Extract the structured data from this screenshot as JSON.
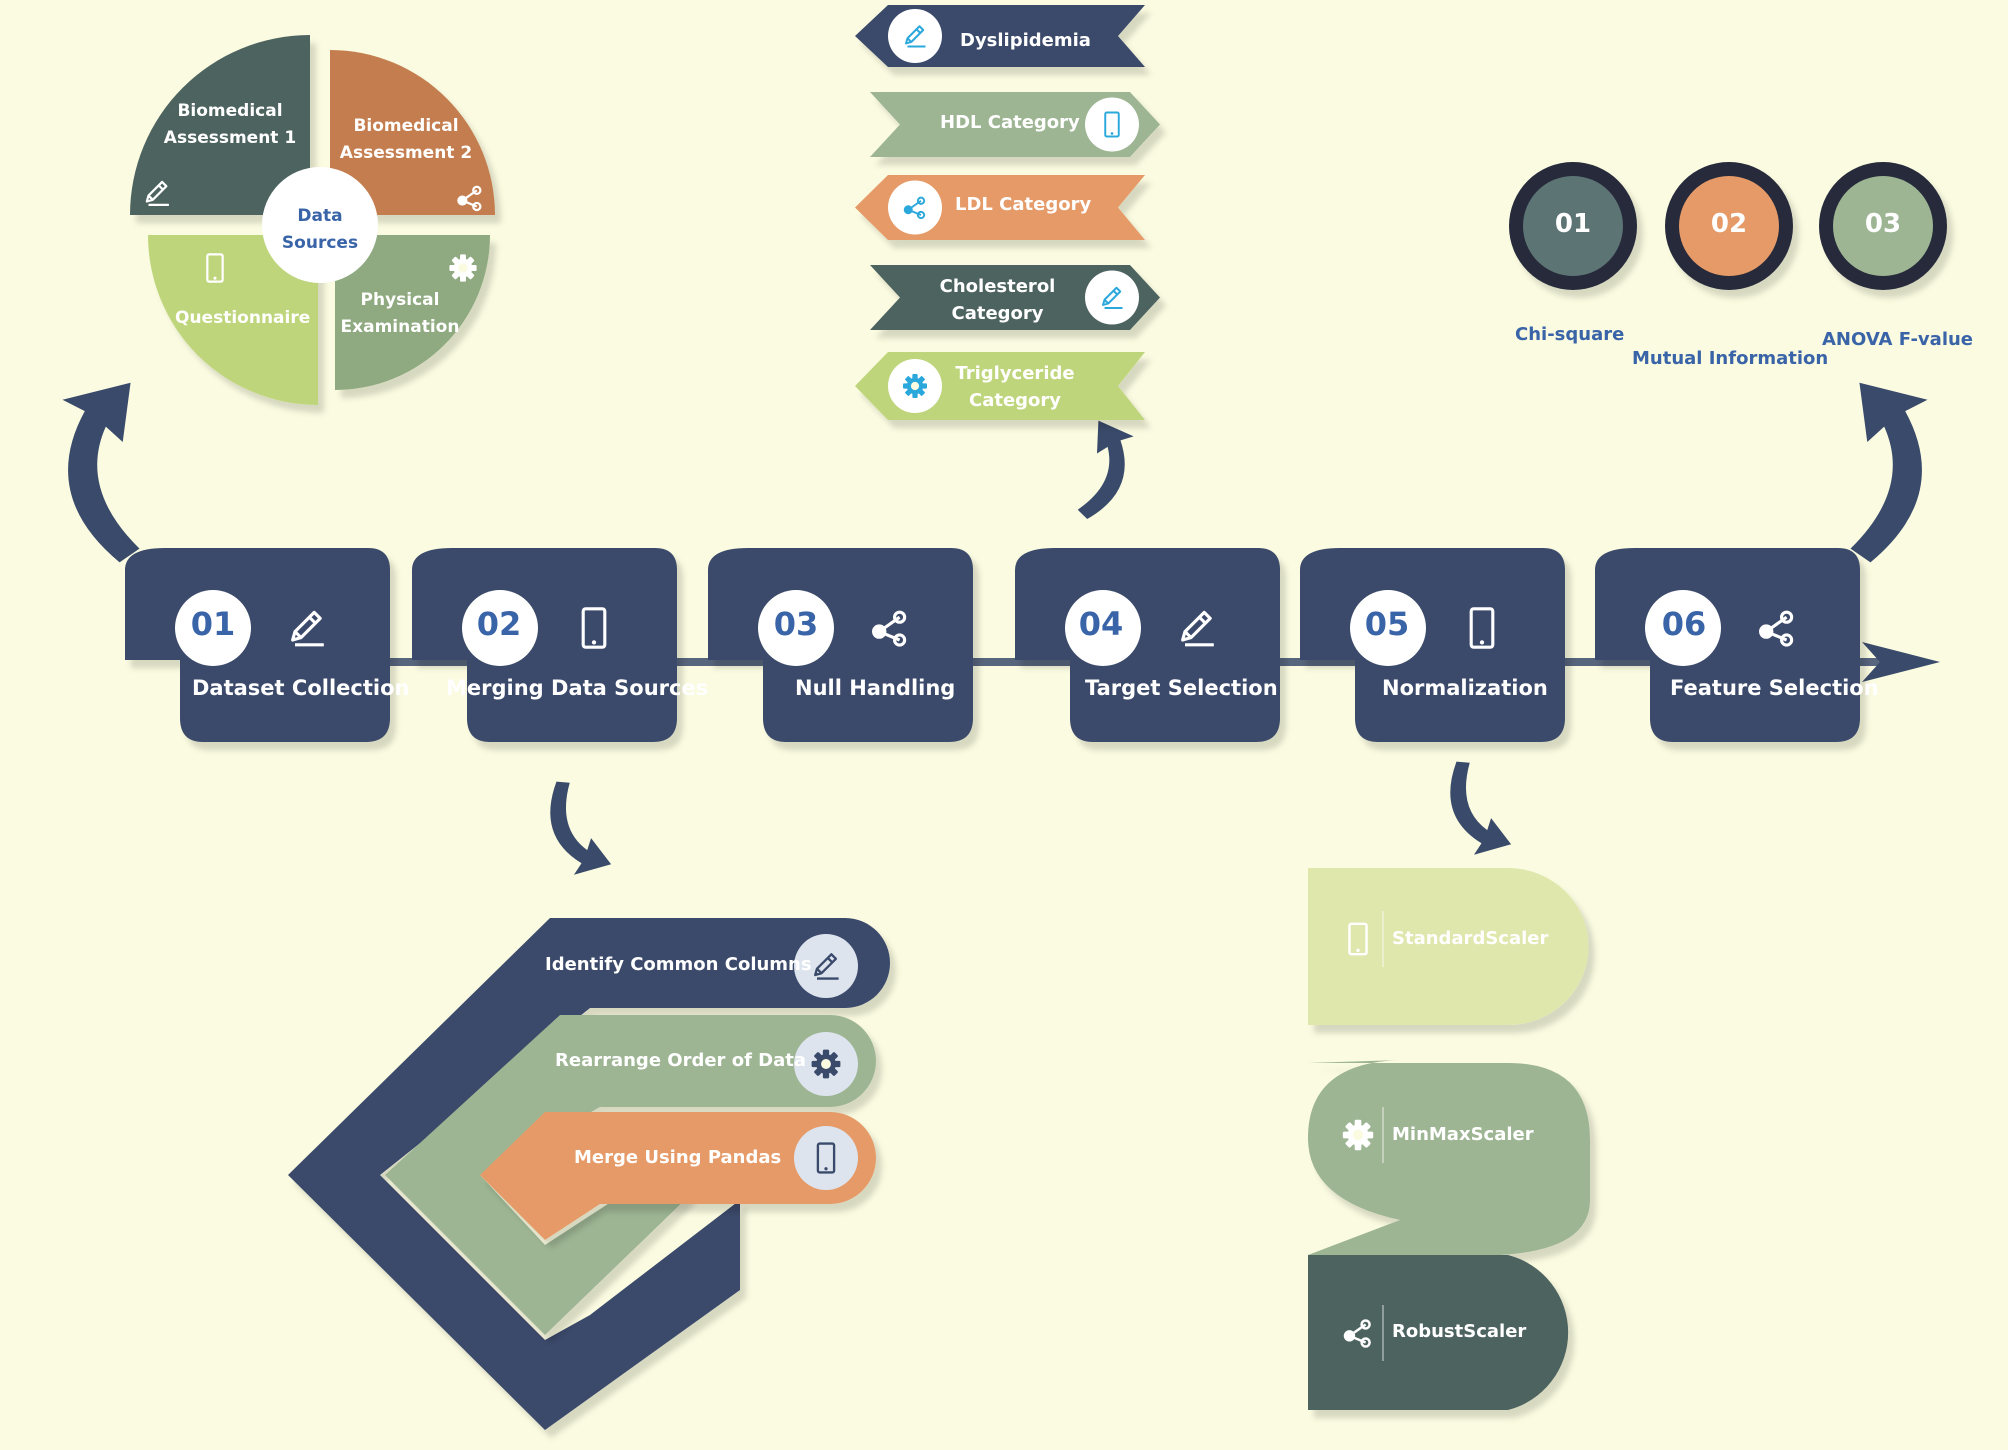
{
  "colors": {
    "background": "#fafbe0",
    "navy": "#3a4a6b",
    "dark_teal": "#4e6460",
    "orange": "#c47d4f",
    "light_orange": "#e59a68",
    "sage": "#8faa80",
    "light_sage": "#9db593",
    "lime": "#bfd57c",
    "pale_lime": "#dfe7ad",
    "blue_text": "#3a64a8"
  },
  "pipeline": {
    "steps": [
      {
        "num": "01",
        "label": "Dataset Collection",
        "icon": "pencil-icon"
      },
      {
        "num": "02",
        "label": "Merging Data Sources",
        "icon": "phone-icon"
      },
      {
        "num": "03",
        "label": "Null Handling",
        "icon": "share-icon"
      },
      {
        "num": "04",
        "label": "Target Selection",
        "icon": "pencil-icon"
      },
      {
        "num": "05",
        "label": "Normalization",
        "icon": "phone-icon"
      },
      {
        "num": "06",
        "label": "Feature Selection",
        "icon": "share-icon"
      }
    ]
  },
  "data_sources": {
    "center": "Data Sources",
    "quadrants": [
      {
        "label": "Biomedical Assessment 1",
        "icon": "pencil-icon"
      },
      {
        "label": "Biomedical Assessment 2",
        "icon": "share-icon"
      },
      {
        "label": "Questionnaire",
        "icon": "phone-icon"
      },
      {
        "label": "Physical Examination",
        "icon": "gear-icon"
      }
    ]
  },
  "targets": {
    "items": [
      {
        "label": "Dyslipidemia",
        "icon": "pencil-icon"
      },
      {
        "label": "HDL Category",
        "icon": "phone-icon"
      },
      {
        "label": "LDL Category",
        "icon": "share-icon"
      },
      {
        "label": "Cholesterol Category",
        "icon": "pencil-icon"
      },
      {
        "label": "Triglyceride Category",
        "icon": "gear-icon"
      }
    ]
  },
  "feature_methods": {
    "items": [
      {
        "num": "01",
        "label": "Chi-square"
      },
      {
        "num": "02",
        "label": "Mutual Information"
      },
      {
        "num": "03",
        "label": "ANOVA F-value"
      }
    ]
  },
  "merge_steps": {
    "items": [
      {
        "label": "Identify Common Columns",
        "icon": "pencil-icon"
      },
      {
        "label": "Rearrange Order of Data",
        "icon": "gear-icon"
      },
      {
        "label": "Merge Using Pandas",
        "icon": "phone-icon"
      }
    ]
  },
  "scalers": {
    "items": [
      {
        "label": "StandardScaler",
        "icon": "phone-icon"
      },
      {
        "label": "MinMaxScaler",
        "icon": "gear-icon"
      },
      {
        "label": "RobustScaler",
        "icon": "share-icon"
      }
    ]
  }
}
